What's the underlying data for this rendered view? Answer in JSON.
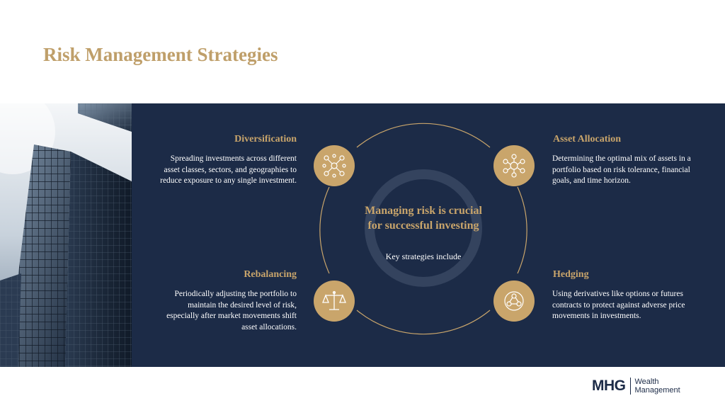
{
  "slide": {
    "title": "Risk Management Strategies"
  },
  "center": {
    "heading": "Managing risk is crucial for successful investing",
    "subtext": "Key strategies include"
  },
  "strategies": [
    {
      "title": "Diversification",
      "description": "Spreading investments across different asset classes, sectors, and geographies to reduce exposure to any single investment.",
      "icon": "diversification-network-icon"
    },
    {
      "title": "Asset Allocation",
      "description": "Determining the optimal mix of assets in a portfolio based on risk tolerance, financial goals, and time horizon.",
      "icon": "asset-allocation-network-icon"
    },
    {
      "title": "Rebalancing",
      "description": "Periodically adjusting the portfolio to maintain the desired level of risk, especially after market movements shift asset allocations.",
      "icon": "balance-scale-icon"
    },
    {
      "title": "Hedging",
      "description": "Using derivatives like options or futures contracts to protect against adverse price movements in investments.",
      "icon": "hedging-network-icon"
    }
  ],
  "logo": {
    "mark": "MHG",
    "line1": "Wealth",
    "line2": "Management"
  },
  "colors": {
    "navy": "#1c2b47",
    "gold": "#c9a56b",
    "title_gold": "#bf9f6a"
  }
}
